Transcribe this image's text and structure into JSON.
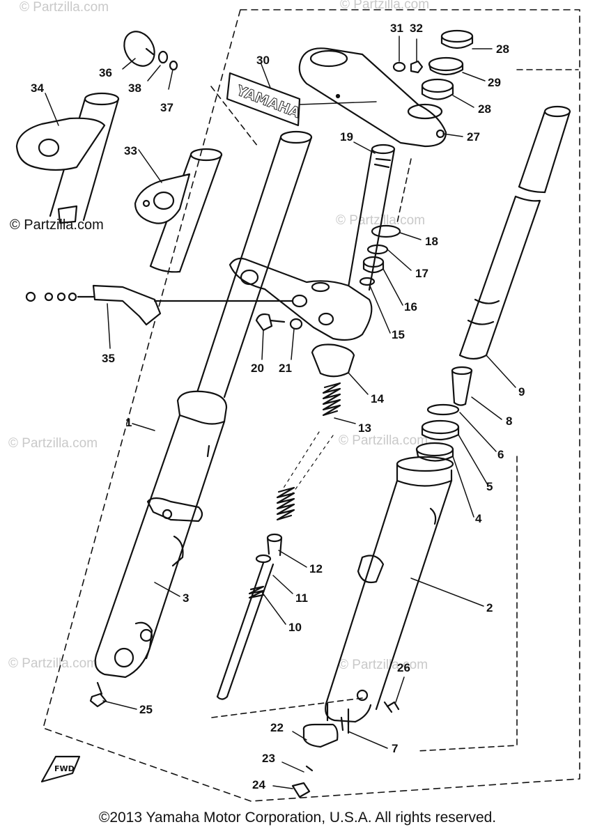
{
  "watermarks": {
    "brand": "© Partzilla.com"
  },
  "brand_plate": "YAMAHA",
  "fwd_mark": "FWD",
  "callouts": {
    "p1": "1",
    "p2": "2",
    "p3": "3",
    "p4": "4",
    "p5": "5",
    "p6": "6",
    "p7": "7",
    "p8": "8",
    "p9": "9",
    "p10": "10",
    "p11": "11",
    "p12": "12",
    "p13": "13",
    "p14": "14",
    "p15": "15",
    "p16": "16",
    "p17": "17",
    "p18": "18",
    "p19": "19",
    "p20": "20",
    "p21": "21",
    "p22": "22",
    "p23": "23",
    "p24": "24",
    "p25": "25",
    "p26": "26",
    "p27": "27",
    "p28a": "28",
    "p28b": "28",
    "p29": "29",
    "p30": "30",
    "p31": "31",
    "p32": "32",
    "p33": "33",
    "p34": "34",
    "p35": "35",
    "p36": "36",
    "p37": "37",
    "p38": "38"
  },
  "footer": {
    "copyright": "©2013 Yamaha Motor Corporation, U.S.A. All rights reserved."
  }
}
